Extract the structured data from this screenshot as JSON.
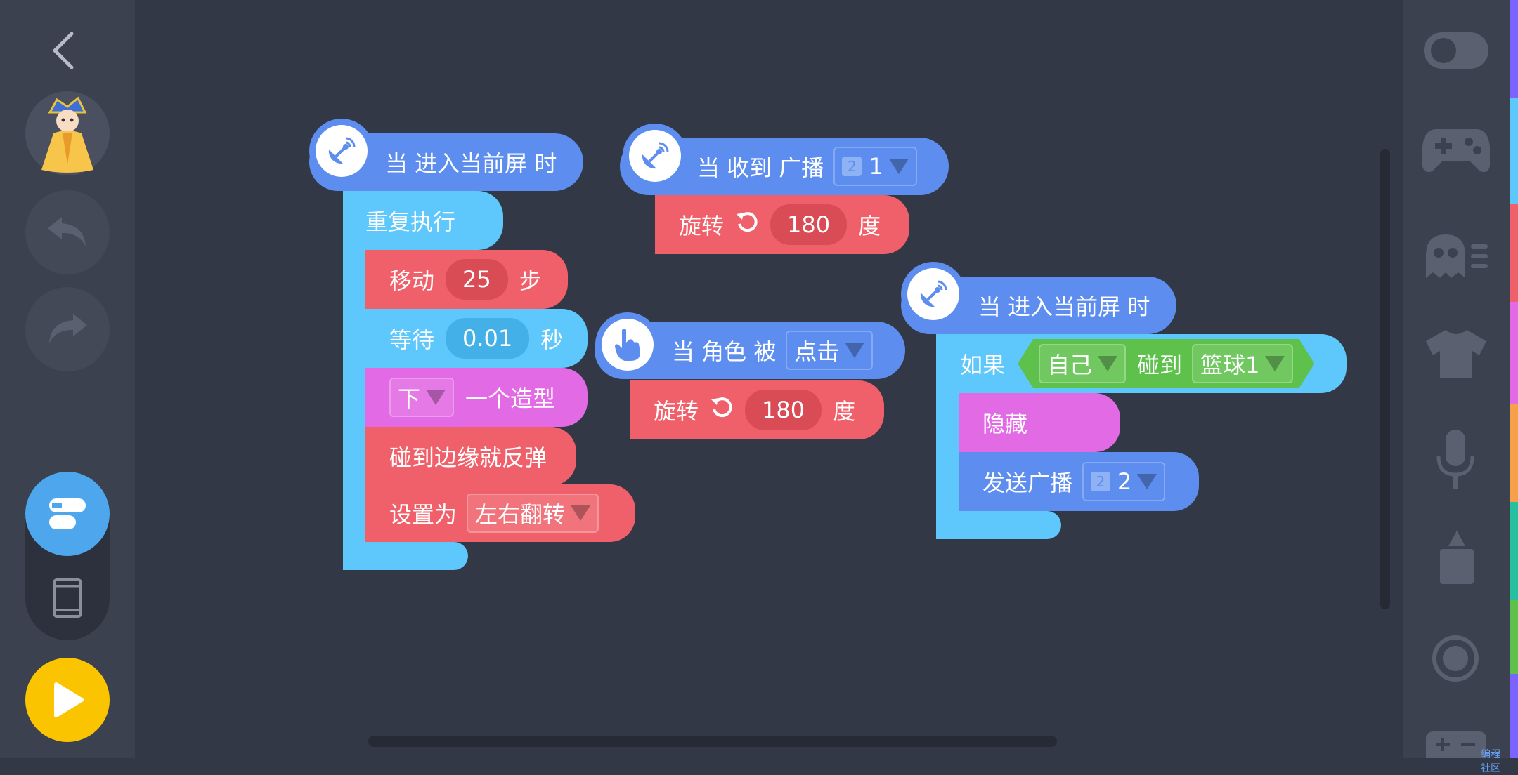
{
  "colors": {
    "bg": "#323846",
    "panel": "#3b414f",
    "event_blue": "#5c8def",
    "control_cyan": "#5ec7fb",
    "motion_red": "#f0606a",
    "looks_pink": "#e26ae4",
    "sensing_green": "#5ec14c",
    "play_yellow": "#fbc400"
  },
  "left_toolbar": {
    "back_icon": "chevron-left-icon",
    "avatar_icon": "character-avatar",
    "undo_icon": "undo-icon",
    "redo_icon": "redo-icon",
    "blocks_mode_icon": "blocks-icon",
    "device_mode_icon": "tablet-icon",
    "play_icon": "play-icon"
  },
  "right_toolbar": {
    "icons": [
      "toggle-switch-icon",
      "gamepad-icon",
      "ghost-list-icon",
      "shirt-icon",
      "microphone-icon",
      "pen-icon",
      "record-icon",
      "plus-minus-icon"
    ]
  },
  "script1": {
    "hat_label": "当 进入当前屏 时",
    "repeat_label": "重复执行",
    "move_label": "移动",
    "move_value": "25",
    "move_unit": "步",
    "wait_label": "等待",
    "wait_value": "0.01",
    "wait_unit": "秒",
    "costume_option": "下",
    "costume_label": "一个造型",
    "bounce_label": "碰到边缘就反弹",
    "set_label": "设置为",
    "rotation_option": "左右翻转"
  },
  "script2": {
    "hat_label": "当 收到 广播",
    "broadcast_badge": "2",
    "broadcast_value": "1",
    "rotate_label": "旋转",
    "rotate_value": "180",
    "rotate_unit": "度"
  },
  "script3": {
    "hat_label": "当 角色 被",
    "event_option": "点击",
    "rotate_label": "旋转",
    "rotate_value": "180",
    "rotate_unit": "度"
  },
  "script4": {
    "hat_label": "当 进入当前屏 时",
    "if_label": "如果",
    "self_option": "自己",
    "touch_label": "碰到",
    "target_option": "篮球1",
    "hide_label": "隐藏",
    "send_label": "发送广播",
    "send_badge": "2",
    "send_value": "2"
  },
  "watermark": "编程社区"
}
